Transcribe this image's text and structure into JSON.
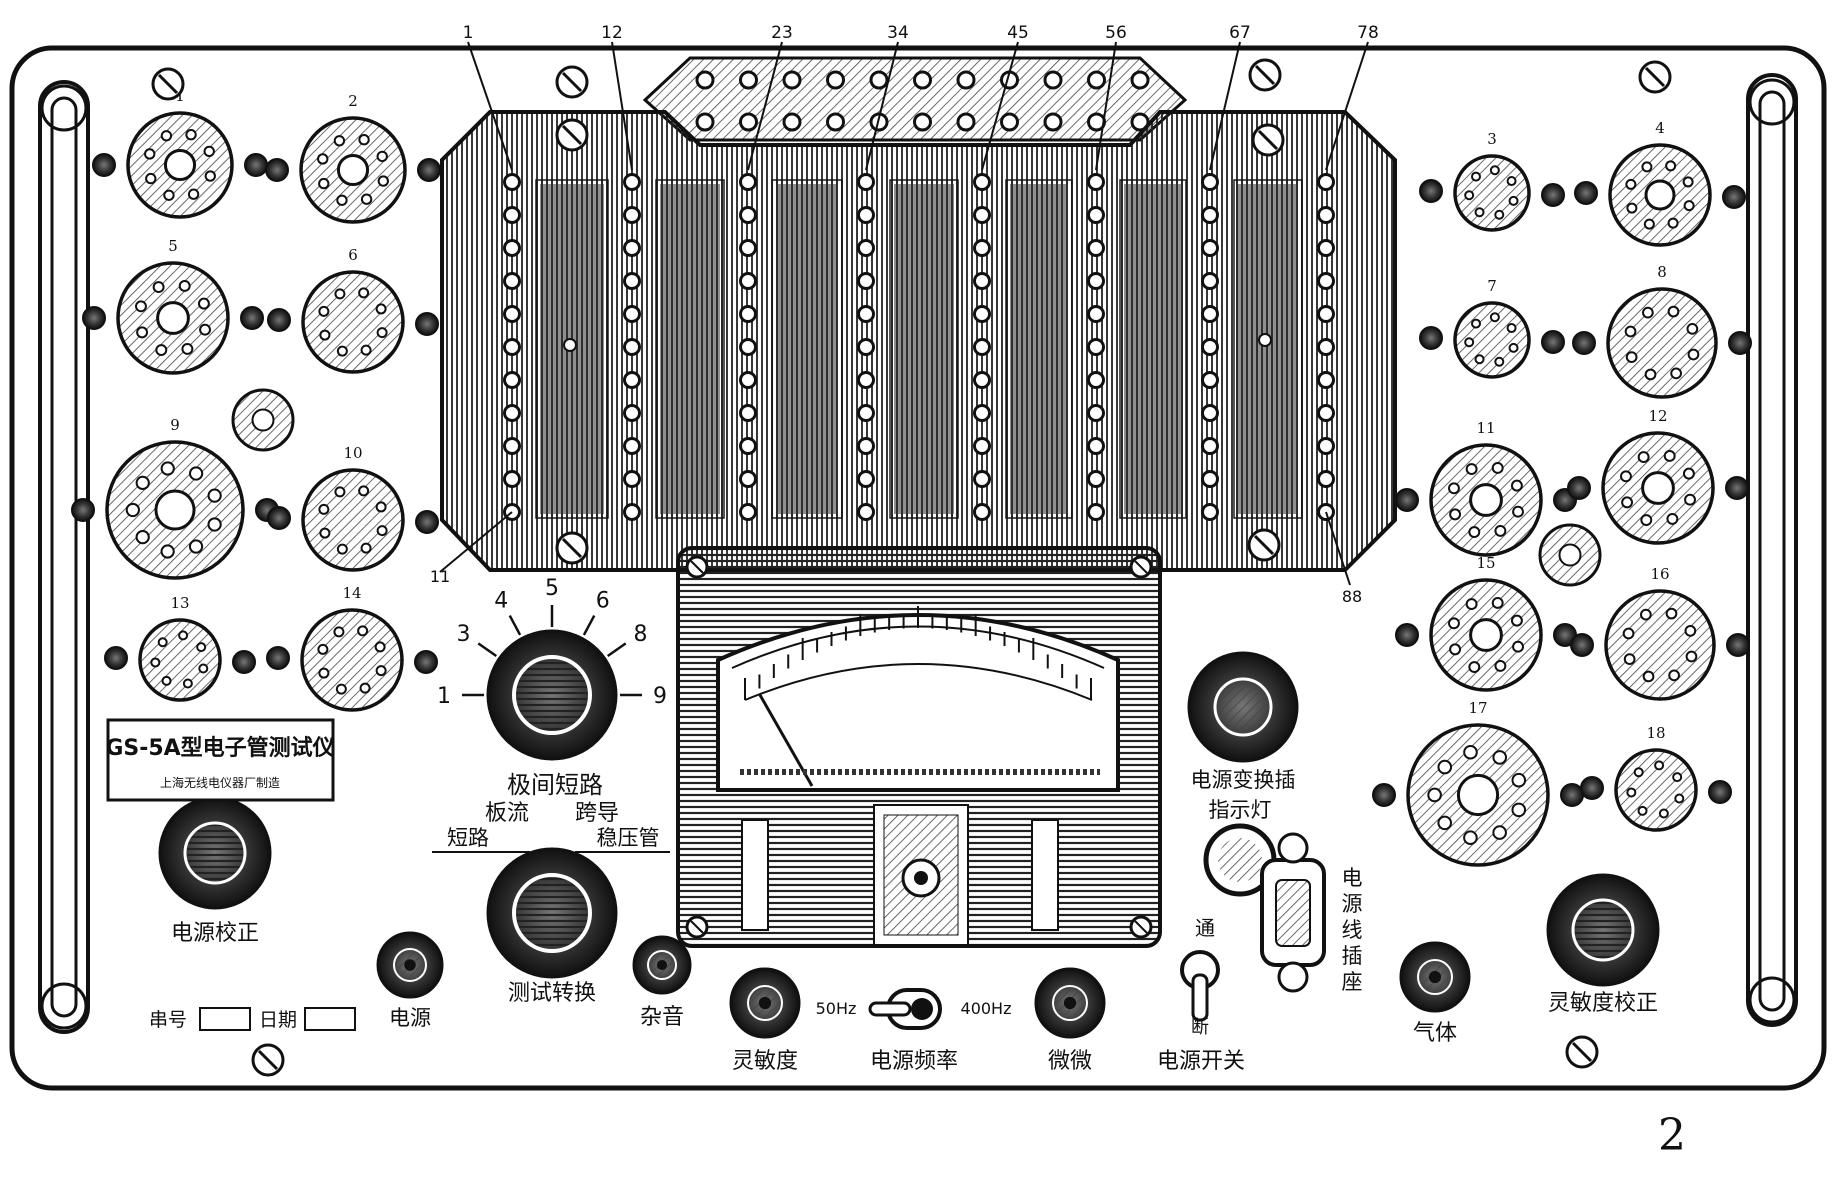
{
  "colors": {
    "ink": "#111111",
    "paper": "#ffffff",
    "hatch": "#555555"
  },
  "model_plate": {
    "model": "GS-5A型电子管测试仪",
    "maker": "上海无线电仪器厂制造"
  },
  "page_number": "2",
  "strip_numbers": [
    "1",
    "12",
    "23",
    "34",
    "45",
    "56",
    "67",
    "78"
  ],
  "strip_bottom_numbers": [
    "11",
    "88"
  ],
  "left_sockets": [
    "1",
    "2",
    "5",
    "6",
    "9",
    "10",
    "13",
    "14"
  ],
  "right_sockets": [
    "3",
    "4",
    "7",
    "8",
    "11",
    "12",
    "15",
    "16",
    "17",
    "18"
  ],
  "selector_numbers": [
    "1",
    "3",
    "4",
    "5",
    "6",
    "8",
    "9"
  ],
  "labels": {
    "interelectrode_short": "极间短路",
    "plate_current": "板流",
    "transconductance": "跨导",
    "short": "短路",
    "regulator": "稳压管",
    "test_switch": "测试转换",
    "noise": "杂音",
    "sensitivity": "灵敏度",
    "freq_50": "50Hz",
    "freq_400": "400Hz",
    "power_freq": "电源频率",
    "fine_tune": "微微",
    "power_switch": "电源开关",
    "on": "通",
    "off": "断",
    "power_change_plug": "电源变换插",
    "indicator": "指示灯",
    "power_cord_socket": "电源线插座",
    "gas": "气体",
    "sens_cal": "灵敏度校正",
    "power_cal": "电源校正",
    "power": "电源",
    "serial": "串号",
    "date": "日期"
  }
}
